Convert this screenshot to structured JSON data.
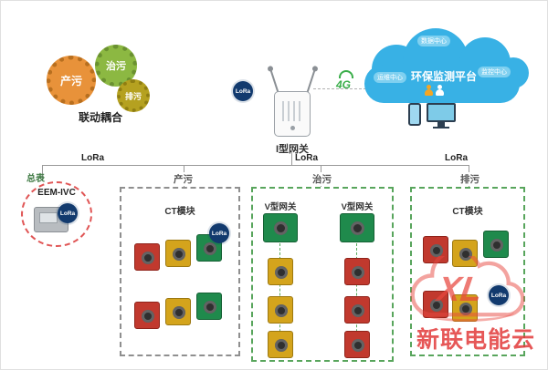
{
  "labels": {
    "lora": "LoRa"
  },
  "coupling": {
    "gear_produce": "产污",
    "gear_treat": "治污",
    "gear_discharge": "排污",
    "caption": "联动耦合"
  },
  "gateway": {
    "name": "I型网关",
    "network": "4G"
  },
  "platform": {
    "title": "环保监测平台",
    "badge_data_center": "数据中心",
    "badge_ops_center": "运维中心",
    "badge_monitor_center": "监控中心"
  },
  "meter": {
    "label": "总表",
    "device": "EEM-IVC"
  },
  "sections": {
    "produce": {
      "title": "产污",
      "module": "CT模块"
    },
    "treat": {
      "title": "治污",
      "gateway_left": "V型网关",
      "gateway_right": "V型网关"
    },
    "discharge": {
      "title": "排污",
      "module": "CT模块"
    }
  },
  "watermark": {
    "logo": "XL",
    "text": "新联电能云"
  },
  "colors": {
    "cloud": "#38b1e5",
    "lora_badge": "#123a6e",
    "module_red": "#c1392e",
    "module_yellow": "#d4a41c",
    "module_green": "#1f8a4c",
    "gear_orange": "#e8923a",
    "gear_green": "#8cb842",
    "gear_olive": "#b5a120",
    "watermark_red": "#e8473f"
  }
}
